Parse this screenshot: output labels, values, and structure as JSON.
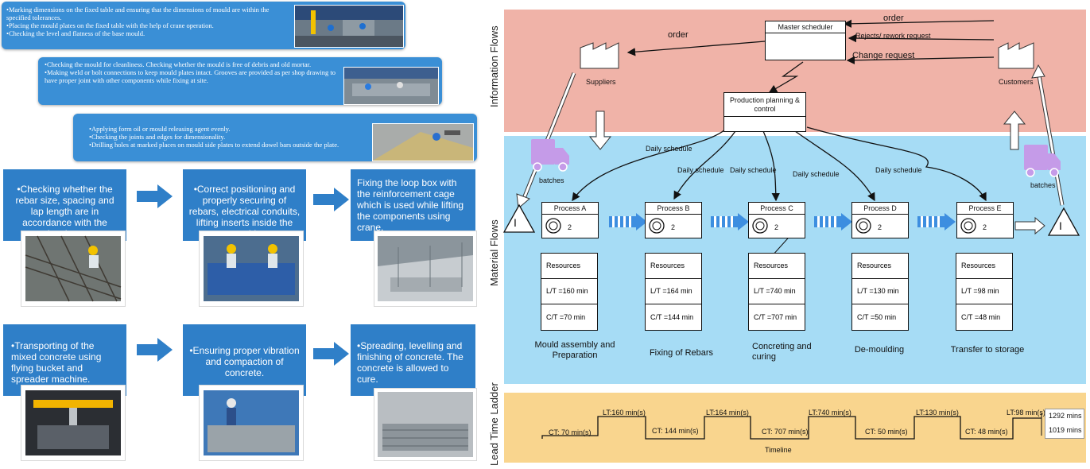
{
  "left_panel": {
    "banners": [
      {
        "lines": [
          "•Marking dimensions on the fixed table and ensuring that the dimensions of mould are within the specified tolerances.",
          "•Placing the mould plates on the fixed table with the help of crane operation.",
          "•Checking the level and flatness of the base mould."
        ]
      },
      {
        "lines": [
          "•Checking the mould for cleanliness. Checking whether the mould is free of debris and old mortar.",
          "•Making weld or bolt connections to keep mould plates intact. Grooves are provided as per shop drawing to have proper joint with other components while fixing at site."
        ]
      },
      {
        "lines": [
          "•Applying form oil or mould releasing agent evenly.",
          "•Checking the joints and edges for dimensionality.",
          "•Drilling holes at marked places on mould side plates to extend dowel bars outside the plate."
        ]
      }
    ],
    "cards_row1": [
      "•Checking whether the rebar size, spacing and lap length are in accordance with the drawings.",
      "•Correct positioning and properly securing of rebars, electrical conduits, lifting inserts inside the mould.",
      "Fixing the loop box with the reinforcement cage which is used while lifting the components using crane."
    ],
    "cards_row2": [
      "•Transporting of the mixed concrete using flying bucket and spreader machine.",
      "•Ensuring proper vibration and compaction of concrete.",
      "•Spreading, levelling and finishing of concrete. The concrete is allowed to cure."
    ]
  },
  "vsm": {
    "band_labels": {
      "info": "Information Flows",
      "material": "Material Flows",
      "ladder": "Lead Time Ladder"
    },
    "master_scheduler": "Master scheduler",
    "production_control": "Production planning & control",
    "suppliers": "Suppliers",
    "customers": "Customers",
    "order_left": "order",
    "order_right": "order",
    "rejects": "Rejects/ rework request",
    "change_request": "Change request",
    "daily_schedule": "Daily schedule",
    "batches": "batches",
    "inventory_symbol": "I",
    "processes": [
      {
        "name": "Process A",
        "operators": "2",
        "lt": "L/T =160 min",
        "ct": "C/T =70 min",
        "step": "Mould assembly and Preparation"
      },
      {
        "name": "Process B",
        "operators": "2",
        "lt": "L/T =164 min",
        "ct": "C/T =144 min",
        "step": "Fixing of Rebars"
      },
      {
        "name": "Process C",
        "operators": "2",
        "lt": "L/T =740 min",
        "ct": "C/T =707 min",
        "step": "Concreting and curing"
      },
      {
        "name": "Process D",
        "operators": "2",
        "lt": "L/T =130 min",
        "ct": "C/T =50 min",
        "step": "De-moulding"
      },
      {
        "name": "Process E",
        "operators": "2",
        "lt": "L/T =98 min",
        "ct": "C/T =48 min",
        "step": "Transfer to storage"
      }
    ],
    "resources_label": "Resources",
    "ladder": {
      "ct": [
        "CT: 70 min(s)",
        "CT: 144 min(s)",
        "CT: 707 min(s)",
        "CT: 50 min(s)",
        "CT: 48 min(s)"
      ],
      "lt": [
        "LT:160 min(s)",
        "LT:164 min(s)",
        "LT:740 min(s)",
        "LT:130 min(s)",
        "LT:98 min(s)"
      ],
      "total_lt": "1292 mins",
      "total_ct": "1019 mins",
      "timeline": "Timeline"
    },
    "colors": {
      "info_band": "#f0b3a8",
      "material_band": "#a6dcf5",
      "ladder_band": "#f9d58e",
      "panel_blue": "#2f7fc8"
    }
  }
}
